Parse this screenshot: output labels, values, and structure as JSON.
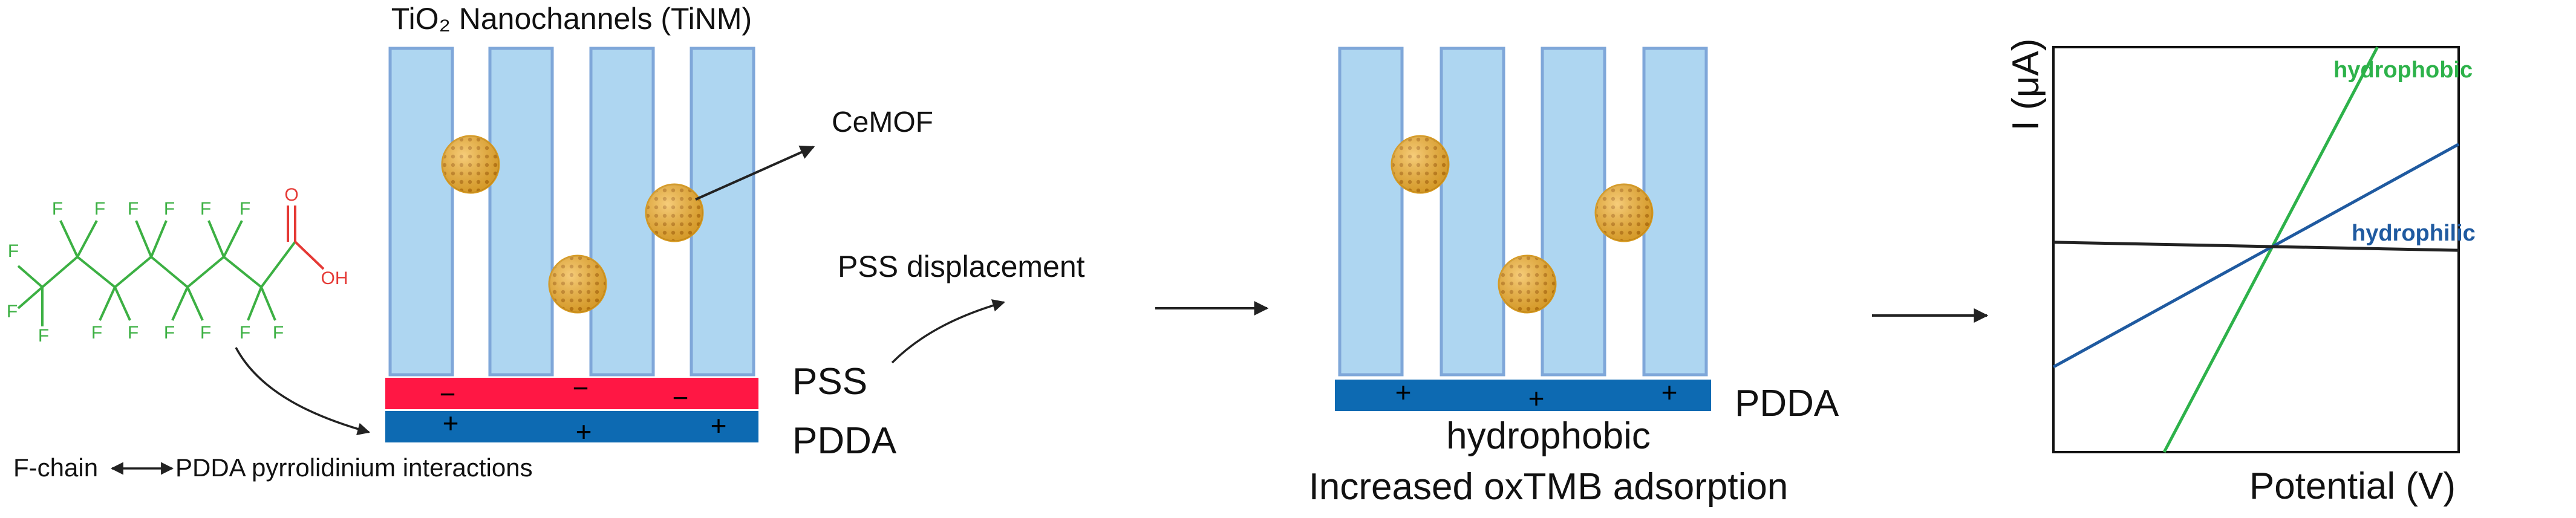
{
  "colors": {
    "channel_fill": "#aed6f1",
    "channel_stroke": "#7fa7d9",
    "pss_red": "#ff1744",
    "pdda_blue": "#0d6ab2",
    "fluorine_green": "#3cb043",
    "oxygen_red": "#e53935",
    "particle_orange": "#f2b233",
    "particle_dot": "#c17a10",
    "hydrophobic_line": "#2db24a",
    "hydrophilic_line": "#1f5aa0",
    "arrow": "#222222"
  },
  "panel1": {
    "title": "TiO₂ Nanochannels (TiNM)",
    "cemof_label": "CeMOF",
    "pss_label": "PSS",
    "pdda_label": "PDDA",
    "pss_charge": "−",
    "pdda_charge": "+",
    "molecule": {
      "fluorine": "F",
      "oxygen": "O",
      "hydroxyl": "OH"
    },
    "interaction_left": "F-chain",
    "interaction_right": "PDDA pyrrolidinium interactions"
  },
  "step_label": "PSS displacement",
  "panel2": {
    "pdda_label": "PDDA",
    "pdda_charge": "+",
    "caption_line1": "hydrophobic",
    "caption_line2": "Increased oxTMB adsorption"
  },
  "chart_data": {
    "type": "line",
    "xlabel": "Potential (V)",
    "ylabel": "I (μA)",
    "series": [
      {
        "name": "hydrophobic",
        "color": "#2db24a",
        "slope": 1.9
      },
      {
        "name": "hydrophilic",
        "color": "#1f5aa0",
        "slope": 0.55
      },
      {
        "name": "",
        "color": "#222222",
        "slope": -0.02
      }
    ],
    "grid": false
  }
}
